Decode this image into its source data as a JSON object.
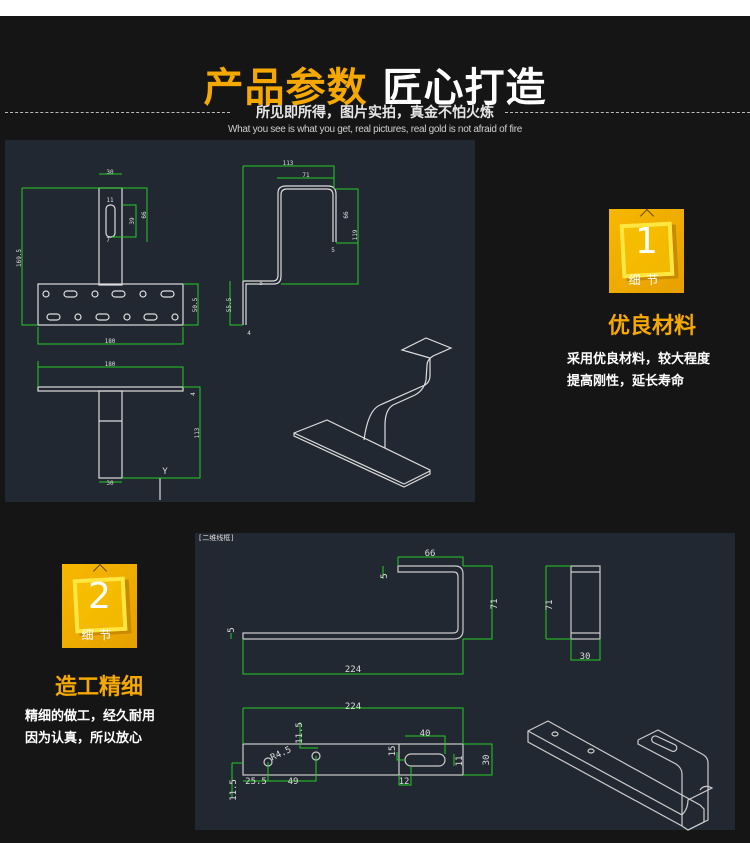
{
  "header": {
    "title_highlight": "产品参数",
    "title_rest": "匠心打造",
    "subtitle": "所见即所得，图片实拍，真金不怕火炼",
    "subtitle_en": "What you see is what you get, real pictures, real gold is not afraid of fire"
  },
  "features": [
    {
      "badge_number": "1",
      "badge_label": "细节",
      "title": "优良材料",
      "desc_lines": [
        "采用优良材料，较大程度",
        "提高刚性，延长寿命"
      ]
    },
    {
      "badge_number": "2",
      "badge_label": "细节",
      "title": "造工精细",
      "desc_lines": [
        "精细的做工，经久耐用",
        "因为认真，所以放心"
      ]
    }
  ],
  "drawing1": {
    "dims": [
      "30",
      "11",
      "39",
      "66",
      "7",
      "169.5",
      "50.5",
      "180",
      "113",
      "71",
      "66",
      "119",
      "5",
      "5",
      "55.5",
      "4",
      "180",
      "4",
      "113",
      "30",
      "Y"
    ]
  },
  "drawing2": {
    "label": "[二维线框]",
    "dims": [
      "66",
      "5",
      "71",
      "5",
      "224",
      "71",
      "30",
      "224",
      "11.5",
      "R4.5",
      "15",
      "40",
      "11",
      "30",
      "25.5",
      "49",
      "12",
      "11.5"
    ]
  },
  "colors": {
    "accent": "#f5a800",
    "dimension": "#22cc22",
    "panel": "#222831"
  }
}
